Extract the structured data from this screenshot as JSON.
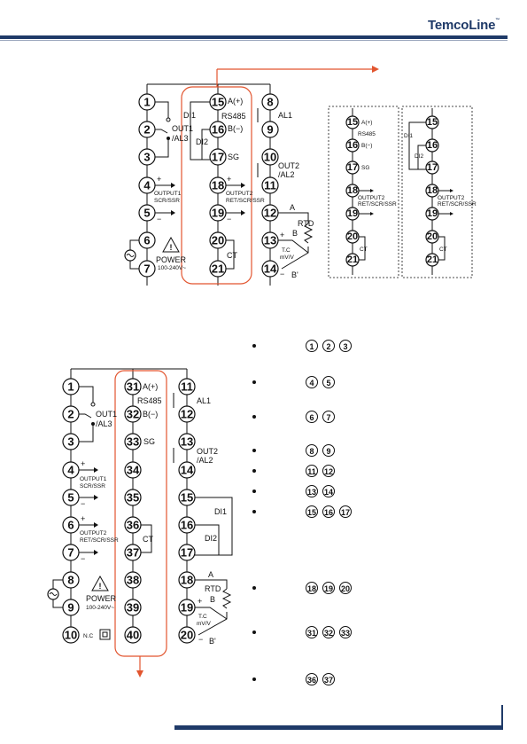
{
  "header": {
    "logo": "TemcoLine",
    "logo_mark": "™"
  },
  "diagram1": {
    "left_terminals": [
      "1",
      "2",
      "3",
      "4",
      "5",
      "6",
      "7"
    ],
    "mid_terminals": [
      "15",
      "16",
      "17",
      "18",
      "19",
      "20",
      "21"
    ],
    "right_terminals": [
      "8",
      "9",
      "10",
      "11",
      "12",
      "13",
      "14"
    ],
    "labels": {
      "out1": "OUT1",
      "al3": "/AL3",
      "output1": "OUTPUT1",
      "scr_ssr": "SCR/SSR",
      "power": "POWER",
      "power_v": "100-240V~",
      "a_plus": "A(+)",
      "rs485": "RS485",
      "b_minus": "B(−)",
      "sg": "SG",
      "output2": "OUTPUT2",
      "ret_scr_ssr": "RET/SCR/SSR",
      "ct": "CT",
      "di1": "DI1",
      "di2": "DI2",
      "al1": "AL1",
      "out2": "OUT2",
      "al2": "/AL2",
      "rtd": "RTD",
      "a": "A",
      "b": "B",
      "b_prime": "B'",
      "tc": "T.C",
      "mvv": "mV/V",
      "plus": "+",
      "minus": "−"
    }
  },
  "diagram2": {
    "terminals": [
      "15",
      "16",
      "17",
      "18",
      "19",
      "20",
      "21"
    ],
    "labels": {
      "a_plus": "A(+)",
      "rs485": "RS485",
      "b_minus": "B(−)",
      "sg": "SG",
      "output2": "OUTPUT2",
      "ret_scr_ssr": "RET/SCR/SSR",
      "ct": "CT"
    }
  },
  "diagram3": {
    "terminals": [
      "15",
      "16",
      "17",
      "18",
      "19",
      "20",
      "21"
    ],
    "labels": {
      "di1": "DI1",
      "di2": "DI2",
      "output2": "OUTPUT2",
      "ret_scr_ssr": "RET/SCR/SSR",
      "ct": "CT"
    }
  },
  "diagram4": {
    "left_terminals": [
      "1",
      "2",
      "3",
      "4",
      "5",
      "6",
      "7",
      "8",
      "9",
      "10"
    ],
    "mid_terminals": [
      "31",
      "32",
      "33",
      "34",
      "35",
      "36",
      "37",
      "38",
      "39",
      "40"
    ],
    "right_terminals": [
      "11",
      "12",
      "13",
      "14",
      "15",
      "16",
      "17",
      "18",
      "19",
      "20"
    ],
    "labels": {
      "out1": "OUT1",
      "al3": "/AL3",
      "output1": "OUTPUT1",
      "scr_ssr": "SCR/SSR",
      "output2": "OUTPUT2",
      "ret_scr_ssr": "RET/SCR/SSR",
      "power": "POWER",
      "power_v": "100-240V~",
      "nc": "N.C",
      "a_plus": "A(+)",
      "rs485": "RS485",
      "b_minus": "B(−)",
      "sg": "SG",
      "ct": "CT",
      "al1": "AL1",
      "out2": "OUT2",
      "al2": "/AL2",
      "di1": "DI1",
      "di2": "DI2",
      "rtd": "RTD",
      "a": "A",
      "b": "B",
      "b_prime": "B'",
      "tc": "T.C",
      "mvv": "mV/V",
      "plus": "+",
      "minus": "−"
    }
  },
  "legend": [
    {
      "terminals": [
        "1",
        "2",
        "3"
      ]
    },
    {
      "terminals": [
        "4",
        "5"
      ]
    },
    {
      "terminals": [
        "6",
        "7"
      ]
    },
    {
      "terminals": [
        "8",
        "9"
      ]
    },
    {
      "terminals": [
        "11",
        "12"
      ]
    },
    {
      "terminals": [
        "13",
        "14"
      ]
    },
    {
      "terminals": [
        "15",
        "16",
        "17"
      ]
    },
    {
      "terminals": [
        "18",
        "19",
        "20"
      ]
    },
    {
      "terminals": [
        "31",
        "32",
        "33"
      ]
    },
    {
      "terminals": [
        "36",
        "37"
      ]
    }
  ]
}
